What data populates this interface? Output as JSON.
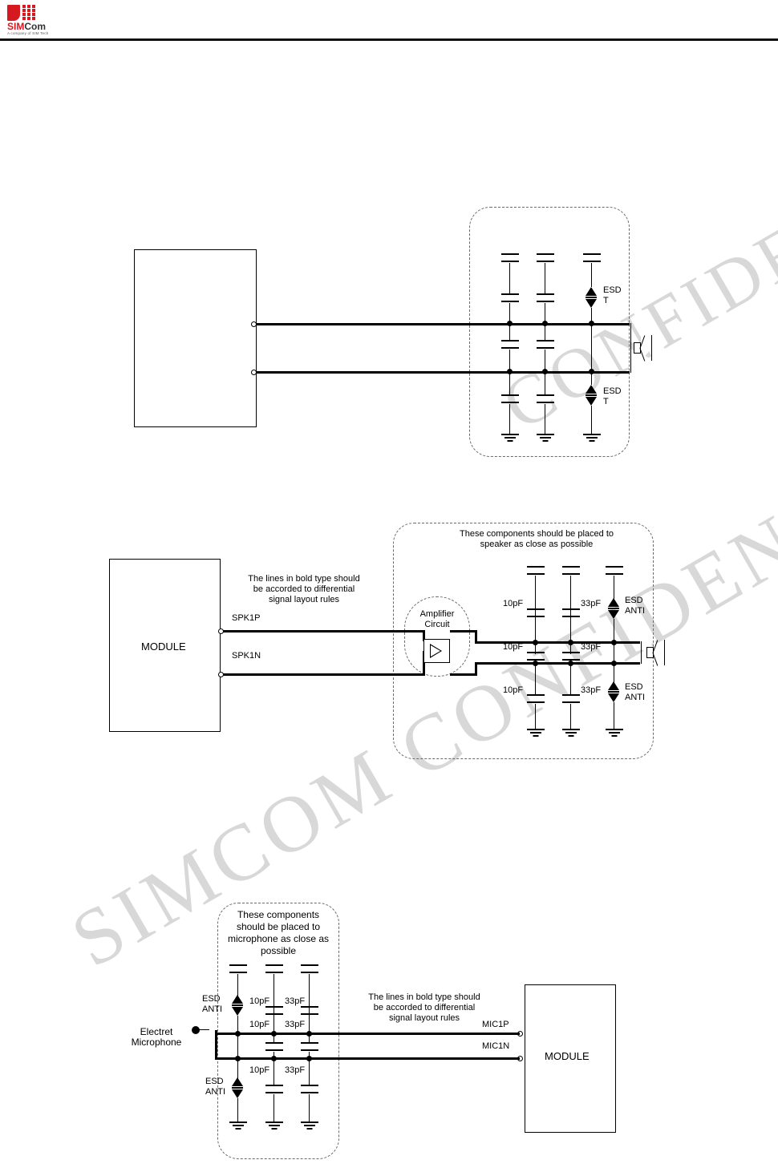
{
  "header": {
    "logo_text": "SIM",
    "logo_text_com": "Com",
    "logo_sub": "A company of SIM Tech"
  },
  "watermarks": {
    "line1": "CONFIDENTIAL FILE",
    "line2": "SIMCOM CONFIDENTIAL"
  },
  "diagrams": [
    {
      "id": "fig-top",
      "labels": {
        "esd1_line1": "ESD",
        "esd1_line2": "T",
        "esd2_line1": "ESD",
        "esd2_line2": "T"
      }
    },
    {
      "id": "fig-speaker",
      "module_label": "MODULE",
      "note_placement": "These components should be placed to\nspeaker as close as possible",
      "note_placement_line1": "These components should be placed to",
      "note_placement_line2": "speaker as close as possible",
      "note_bold_line1": "The lines in bold type should",
      "note_bold_line2": "be accorded to differential",
      "note_bold_line3": "signal layout rules",
      "pin_p": "SPK1P",
      "pin_n": "SPK1N",
      "amp_line1": "Amplifier",
      "amp_line2": "Circuit",
      "caps": {
        "row1_c1": "10pF",
        "row1_c2": "33pF",
        "row2_c1": "10pF",
        "row2_c2": "33pF",
        "row3_c1": "10pF",
        "row3_c2": "33pF"
      },
      "esd_top_line1": "ESD",
      "esd_top_line2": "ANTI",
      "esd_bot_line1": "ESD",
      "esd_bot_line2": "ANTI"
    },
    {
      "id": "fig-microphone",
      "module_label": "MODULE",
      "note_placement_line1": "These components",
      "note_placement_line2": "should be placed to",
      "note_placement_line3": "microphone as close as",
      "note_placement_line4": "possible",
      "note_bold_line1": "The lines in bold type should",
      "note_bold_line2": "be accorded to differential",
      "note_bold_line3": "signal layout rules",
      "mic_line1": "Electret",
      "mic_line2": "Microphone",
      "pin_p": "MIC1P",
      "pin_n": "MIC1N",
      "caps": {
        "row1_c1": "10pF",
        "row1_c2": "33pF",
        "row2_c1": "10pF",
        "row2_c2": "33pF",
        "row3_c1": "10pF",
        "row3_c2": "33pF"
      },
      "esd_top_line1": "ESD",
      "esd_top_line2": "ANTI",
      "esd_bot_line1": "ESD",
      "esd_bot_line2": "ANTI"
    }
  ]
}
